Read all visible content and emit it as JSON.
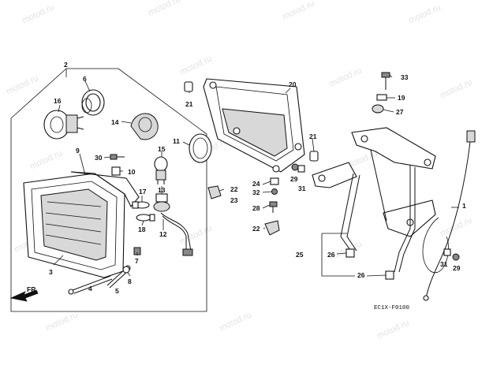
{
  "diagram": {
    "code": "EC1X-F0100",
    "watermark": "motod.ru",
    "direction_label": "FR.",
    "callouts": [
      {
        "id": "c1",
        "text": "1"
      },
      {
        "id": "c2",
        "text": "2"
      },
      {
        "id": "c3",
        "text": "3"
      },
      {
        "id": "c4",
        "text": "4"
      },
      {
        "id": "c5",
        "text": "5"
      },
      {
        "id": "c6",
        "text": "6"
      },
      {
        "id": "c7",
        "text": "7"
      },
      {
        "id": "c8",
        "text": "8"
      },
      {
        "id": "c9",
        "text": "9"
      },
      {
        "id": "c10",
        "text": "10"
      },
      {
        "id": "c11",
        "text": "11"
      },
      {
        "id": "c12",
        "text": "12"
      },
      {
        "id": "c13",
        "text": "13"
      },
      {
        "id": "c14",
        "text": "14"
      },
      {
        "id": "c15",
        "text": "15"
      },
      {
        "id": "c16",
        "text": "16"
      },
      {
        "id": "c17",
        "text": "17"
      },
      {
        "id": "c18",
        "text": "18"
      },
      {
        "id": "c19",
        "text": "19"
      },
      {
        "id": "c20",
        "text": "20"
      },
      {
        "id": "c21a",
        "text": "21"
      },
      {
        "id": "c21b",
        "text": "21"
      },
      {
        "id": "c22a",
        "text": "22"
      },
      {
        "id": "c22b",
        "text": "22"
      },
      {
        "id": "c23",
        "text": "23"
      },
      {
        "id": "c24",
        "text": "24"
      },
      {
        "id": "c25",
        "text": "25"
      },
      {
        "id": "c26a",
        "text": "26"
      },
      {
        "id": "c26b",
        "text": "26"
      },
      {
        "id": "c27",
        "text": "27"
      },
      {
        "id": "c28",
        "text": "28"
      },
      {
        "id": "c29a",
        "text": "29"
      },
      {
        "id": "c29b",
        "text": "29"
      },
      {
        "id": "c30",
        "text": "30"
      },
      {
        "id": "c31a",
        "text": "31"
      },
      {
        "id": "c31b",
        "text": "31"
      },
      {
        "id": "c32",
        "text": "32"
      },
      {
        "id": "c33",
        "text": "33"
      }
    ]
  }
}
